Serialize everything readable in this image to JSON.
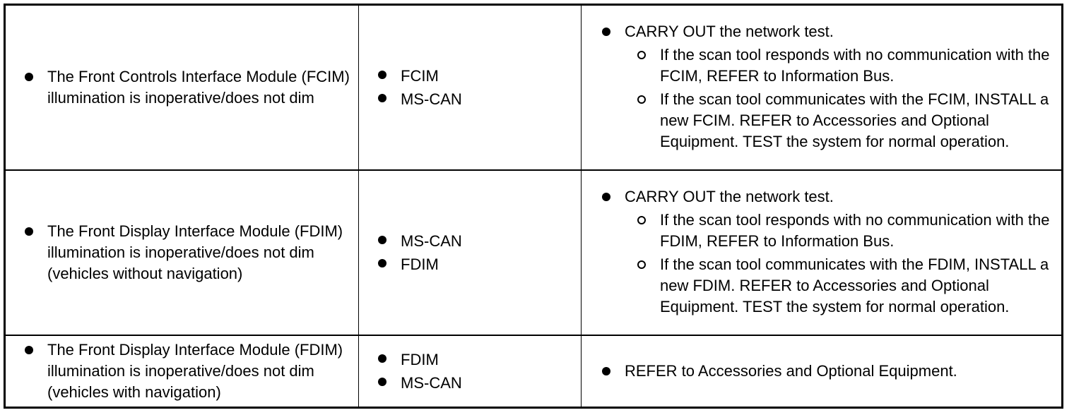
{
  "rows": [
    {
      "condition": "The Front Controls Interface Module (FCIM) illumination is inoperative/does not dim",
      "sources": [
        "FCIM",
        "MS-CAN"
      ],
      "action": "CARRY OUT the network test.",
      "sub_actions": [
        "If the scan tool responds with no communication with the FCIM, REFER to Information Bus.",
        "If the scan tool communicates with the FCIM, INSTALL a new FCIM. REFER to Accessories and Optional Equipment. TEST the system for normal operation."
      ]
    },
    {
      "condition": "The Front Display Interface Module (FDIM) illumination is inoperative/does not dim (vehicles without navigation)",
      "sources": [
        "MS-CAN",
        "FDIM"
      ],
      "action": "CARRY OUT the network test.",
      "sub_actions": [
        "If the scan tool responds with no communication with the FDIM, REFER to Information Bus.",
        "If the scan tool communicates with the FDIM, INSTALL a new FDIM. REFER to Accessories and Optional Equipment. TEST the system for normal operation."
      ]
    },
    {
      "condition": "The Front Display Interface Module (FDIM) illumination is inoperative/does not dim (vehicles with navigation)",
      "sources": [
        "FDIM",
        "MS-CAN"
      ],
      "action": "REFER to Accessories and Optional Equipment.",
      "sub_actions": []
    }
  ]
}
